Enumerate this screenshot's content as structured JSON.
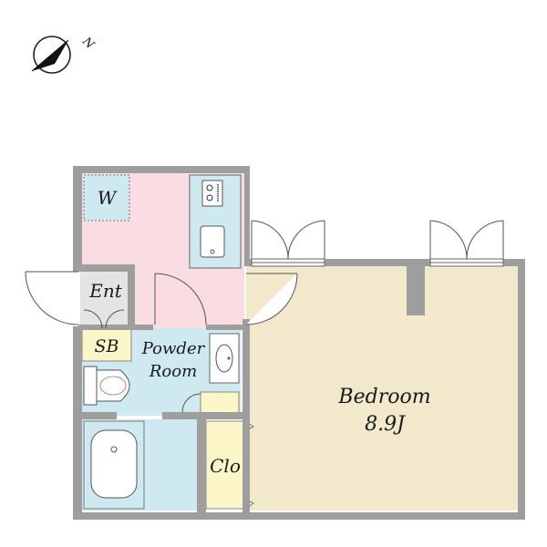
{
  "compass": {
    "north_label": "N",
    "icon": "compass-north-icon"
  },
  "rooms": {
    "washer": {
      "label": "W"
    },
    "entrance": {
      "label": "Ent"
    },
    "shoe_box": {
      "label": "SB"
    },
    "powder_room": {
      "line1": "Powder",
      "line2": "Room"
    },
    "bedroom": {
      "label": "Bedroom",
      "size": "8.9J"
    },
    "closet": {
      "label": "Clo"
    }
  },
  "colors": {
    "wall": "#9e9e9e",
    "kitchen_floor": "#f9dde2",
    "bedroom_floor": "#f2e8cc",
    "wet_area": "#cfe9f0",
    "storage": "#fbf6c8",
    "entrance_floor": "#e4e4e4"
  }
}
